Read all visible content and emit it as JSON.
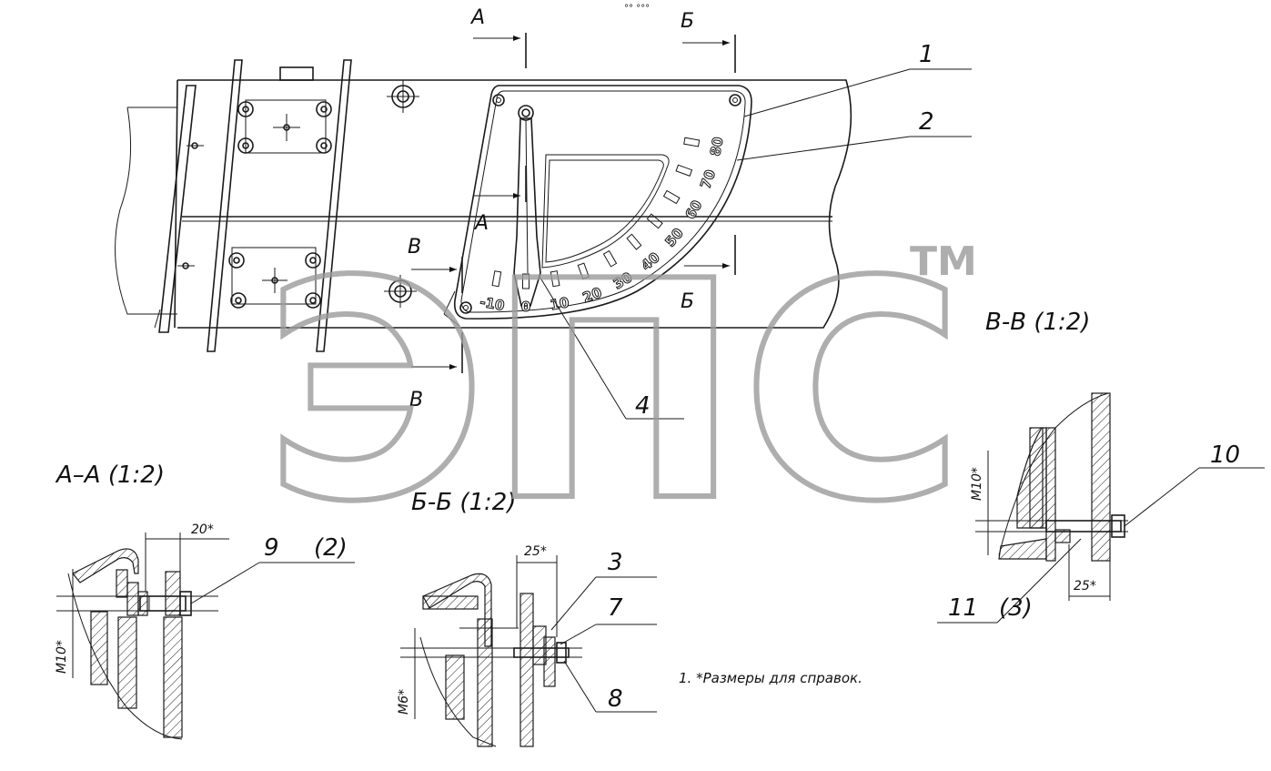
{
  "top_note": "°° °°°",
  "section_marks": {
    "a_top": "А",
    "a_mid": "А",
    "b_top": "Б",
    "b_mid": "Б",
    "v_top": "В",
    "v_bottom": "В"
  },
  "callouts": {
    "c1": "1",
    "c2": "2",
    "c3": "3",
    "c4": "4",
    "c7": "7",
    "c8": "8",
    "c9": "9",
    "c9_qty": "(2)",
    "c10": "10",
    "c11": "11",
    "c11_qty": "(3)"
  },
  "scale_numbers": [
    "-10",
    "0",
    "10",
    "20",
    "30",
    "40",
    "50",
    "60",
    "70",
    "80"
  ],
  "section_titles": {
    "aa": "А–А  (1:2)",
    "bb": "Б-Б  (1:2)",
    "vv": "В-В  (1:2)"
  },
  "dimensions": {
    "aa_width": "20*",
    "aa_thread": "М10*",
    "bb_width": "25*",
    "bb_thread": "М6*",
    "vv_width": "25*",
    "vv_thread": "М10*"
  },
  "note": "1. *Размеры для справок.",
  "watermark": {
    "text": "ЭПС",
    "tm": "TM",
    "color": "#9a9a9a"
  }
}
